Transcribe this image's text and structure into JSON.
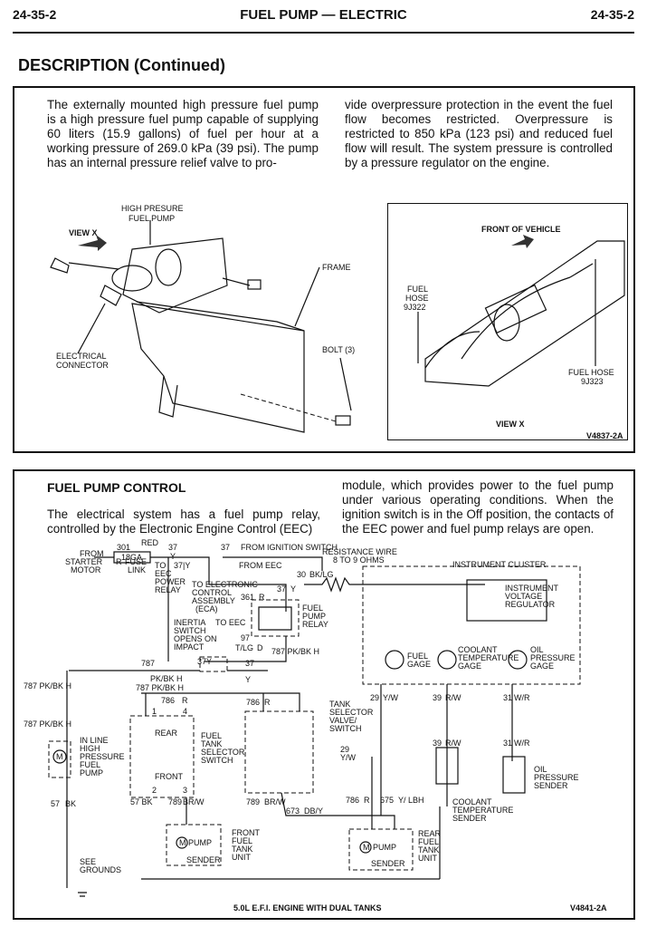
{
  "header": {
    "page_left": "24-35-2",
    "title": "FUEL PUMP — ELECTRIC",
    "page_right": "24-35-2"
  },
  "section_title": "DESCRIPTION (Continued)",
  "description": {
    "left": "The externally mounted high pressure fuel pump is a high pressure fuel pump capable of supplying 60 liters (15.9 gallons) of fuel per hour at a working pressure of 269.0 kPa (39 psi). The pump has an internal pressure relief valve to pro-",
    "right": "vide overpressure protection in the event the fuel flow becomes restricted. Overpressure is restricted to 850 kPa (123 psi) and reduced fuel flow will result. The system pressure is controlled by a pressure regulator on the engine."
  },
  "figure1": {
    "labels": {
      "high_pressure_pump": [
        "HIGH PRESURE",
        "FUEL PUMP"
      ],
      "view_x": "VIEW X",
      "frame": "FRAME",
      "electrical_connector": [
        "ELECTRICAL",
        "CONNECTOR"
      ],
      "bolt": "BOLT (3)"
    },
    "inset": {
      "front": "FRONT OF VEHICLE",
      "fuel_hose_left": [
        "FUEL",
        "HOSE",
        "9J322"
      ],
      "fuel_hose_right": [
        "FUEL HOSE",
        "9J323"
      ],
      "view_x": "VIEW X"
    },
    "figure_id": "V4837-2A"
  },
  "control": {
    "title": "FUEL PUMP CONTROL",
    "left": "The electrical system has a fuel pump relay, controlled by the Electronic Engine Control (EEC)",
    "right": "module, which provides power to the fuel pump under various operating conditions. When the ignition switch is in the Off position, the contacts of the EEC power and fuel pump relays are open."
  },
  "schematic": {
    "labels": {
      "from_starter": [
        "FROM",
        "STARTER",
        "MOTOR"
      ],
      "w301": "301",
      "red": "RED",
      "r": "R",
      "fuse": "18GA",
      "fuse_link": [
        "FUSE",
        "LINK"
      ],
      "w37a": "37",
      "w37b": "37",
      "from_ign": "FROM IGNITION SWITCH",
      "y": "Y",
      "to_eec_power": [
        "TO",
        "EEC",
        "POWER",
        "RELAY"
      ],
      "w37y": "37|Y",
      "from_eec": "FROM EEC",
      "to_eca": [
        "TO ELECTRONIC",
        "CONTROL",
        "ASSEMBLY",
        "(ECA)"
      ],
      "w361": "361",
      "r2": "R",
      "w37y2": "37",
      "y2": "Y",
      "fuel_pump_relay": [
        "FUEL",
        "PUMP",
        "RELAY"
      ],
      "to_eec": "TO EEC",
      "inertia": [
        "INERTIA",
        "SWITCH",
        "OPENS ON",
        "IMPACT"
      ],
      "w97": "97",
      "tlg": "T/LG",
      "d": "D",
      "w37y3": "37Y",
      "w787a": "787 PK/BK H",
      "resistance": [
        "RESISTANCE WIRE",
        "8 TO 9 OHMS"
      ],
      "w30": "30",
      "bklg": "BK/LG",
      "instrument_cluster": "INSTRUMENT CLUSTER",
      "ivr": [
        "INSTRUMENT",
        "VOLTAGE",
        "REGULATOR"
      ],
      "fuel_gage": [
        "FUEL",
        "GAGE"
      ],
      "coolant_gage": [
        "COOLANT",
        "TEMPERATURE",
        "GAGE"
      ],
      "oil_gage": [
        "OIL",
        "PRESSURE",
        "GAGE"
      ],
      "w787b": "787",
      "w37c": "37",
      "y3": "Y",
      "pkbkh": "PK/BK H",
      "w787c": "787 PK/BK H",
      "w787d": "787 PK/BK H",
      "w787e": "787 PK/BK H",
      "w786r": "786",
      "r3": "R",
      "w786b": "786",
      "r4": "R",
      "tank_selector": [
        "TANK",
        "SELECTOR",
        "VALVE/",
        "SWITCH"
      ],
      "w29a": "29",
      "yw": "Y/W",
      "w39": "39",
      "rw": "R/W",
      "w31": "31",
      "wr": "W/R",
      "w29b": "29",
      "yw2": "Y/W",
      "w39b": "39",
      "rw2": "R/W",
      "w31b": "31",
      "wr2": "W/R",
      "rear": "REAR",
      "front": "FRONT",
      "front_selector": [
        "FUEL",
        "TANK",
        "SELECTOR",
        "SWITCH"
      ],
      "inline_pump": [
        "IN LINE",
        "HIGH",
        "PRESSURE",
        "FUEL",
        "PUMP"
      ],
      "w57bk": "57 BK",
      "w789a": "789",
      "brw": "BR/W",
      "w789b": "789",
      "brw2": "BR/W",
      "w673": "673",
      "dby": "DB/Y",
      "w786c": "786",
      "r5": "R",
      "w675": "675",
      "ylbh": "Y/ LBH",
      "coolant_sender": [
        "COOLANT",
        "TEMPERATURE",
        "SENDER"
      ],
      "oil_sender": [
        "OIL",
        "PRESSURE",
        "SENDER"
      ],
      "front_unit": [
        "FRONT",
        "FUEL",
        "TANK",
        "UNIT"
      ],
      "rear_unit": [
        "REAR",
        "FUEL",
        "TANK",
        "UNIT"
      ],
      "pump": "PUMP",
      "sender": "SENDER",
      "m": "M",
      "see_grounds": [
        "SEE",
        "GROUNDS"
      ],
      "w57": "57",
      "bk": "BK",
      "n1": "1",
      "n2": "2",
      "n3": "3",
      "n4": "4"
    },
    "caption": "5.0L E.F.I. ENGINE WITH DUAL TANKS",
    "figure_id": "V4841-2A"
  }
}
